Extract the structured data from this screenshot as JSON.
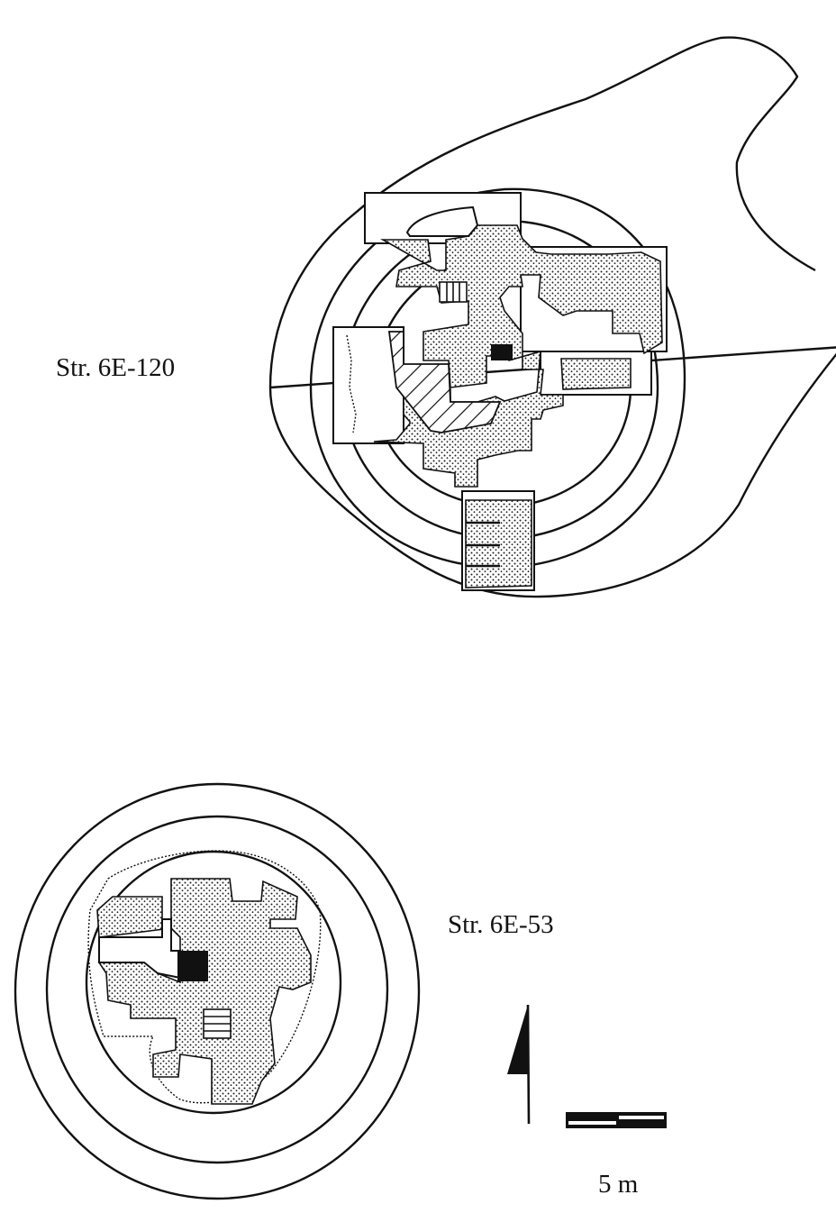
{
  "structures": [
    {
      "label": "Str. 6E-120"
    },
    {
      "label": "Str. 6E-53"
    }
  ],
  "scale": {
    "label": "5 m"
  },
  "icons": [
    "north-arrow-icon",
    "scale-bar-icon"
  ],
  "colors": {
    "ink": "#111111",
    "paper": "#ffffff"
  }
}
